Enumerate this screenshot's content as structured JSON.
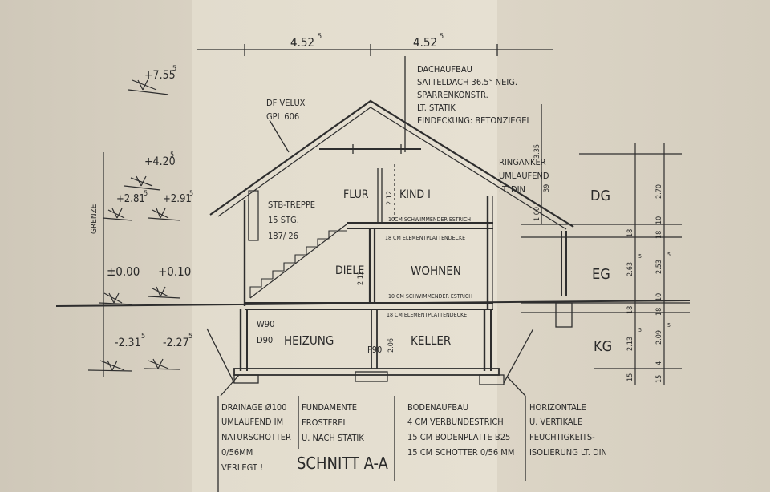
{
  "dims": {
    "left_width": "4.52",
    "left_width_sup": "5",
    "right_width": "4.52",
    "right_width_sup": "5"
  },
  "levels": {
    "top": "+7.55",
    "top_sup": "5",
    "ridge": "+4.20",
    "ridge_sup": "5",
    "eaves_left": "+2.81",
    "eaves_left_sup": "5",
    "eaves_right": "+2.91",
    "eaves_right_sup": "5",
    "ground": "±0.00",
    "ground_right": "+0.10",
    "basement_left": "-2.31",
    "basement_left_sup": "5",
    "basement_right": "-2.27",
    "basement_right_sup": "5"
  },
  "notes": {
    "dach": [
      "DACHAUFBAU",
      "SATTELDACH 36.5° NEIG.",
      "SPARRENKONSTR.",
      "LT. STATIK",
      "EINDECKUNG: BETONZIEGEL"
    ],
    "velux": [
      "DF VELUX",
      "GPL 606"
    ],
    "ringanker": [
      "RINGANKER",
      "UMLAUFEND",
      "LT. DIN"
    ],
    "treppe": [
      "STB-TREPPE",
      "15 STG.",
      "187/ 26"
    ],
    "drainage": [
      "DRAINAGE Ø100",
      "UMLAUFEND IM",
      "NATURSCHOTTER",
      "0/56MM",
      "VERLEGT !"
    ],
    "fundamente": [
      "FUNDAMENTE",
      "FROSTFREI",
      "U. NACH STATIK"
    ],
    "bodenaufbau": [
      "BODENAUFBAU",
      "4 CM VERBUNDESTRICH",
      "15 CM BODENPLATTE B25",
      "15 CM SCHOTTER 0/56 MM"
    ],
    "horizontale": [
      "HORIZONTALE",
      "U. VERTIKALE",
      "FEUCHTIGKEITS-",
      "ISOLIERUNG LT. DIN"
    ]
  },
  "rooms": {
    "flur": "FLUR",
    "kind": "KIND I",
    "diele": "DIELE",
    "wohnen": "WOHNEN",
    "heizung": "HEIZUNG",
    "keller": "KELLER"
  },
  "layers": {
    "estrich_dg": "10CM SCHWIMMENDER ESTRICH",
    "decke_eg": "18 CM ELEMENTPLATTENDECKE",
    "estrich_eg": "10 CM SCHWIMMENDER ESTRICH",
    "decke_kg": "18 CM ELEMENTPLATTENDECKE"
  },
  "openings": {
    "w90": "W90",
    "d90": "D90",
    "f90": "F90",
    "h212_dg": "2.12",
    "h212_eg": "2.12",
    "h206": "2.06"
  },
  "floors": {
    "dg": "DG",
    "eg": "EG",
    "kg": "KG"
  },
  "side_label": "GRENZE",
  "right_dims_a": [
    "3.35",
    "39",
    "1.00",
    "18",
    "2.63",
    "5",
    "18",
    "2.13",
    "5",
    "15"
  ],
  "right_dims_b": [
    "2.70",
    "10",
    "18",
    "2.53",
    "5",
    "10",
    "18",
    "2.09",
    "5",
    "4",
    "15"
  ],
  "title": "SCHNITT A-A"
}
